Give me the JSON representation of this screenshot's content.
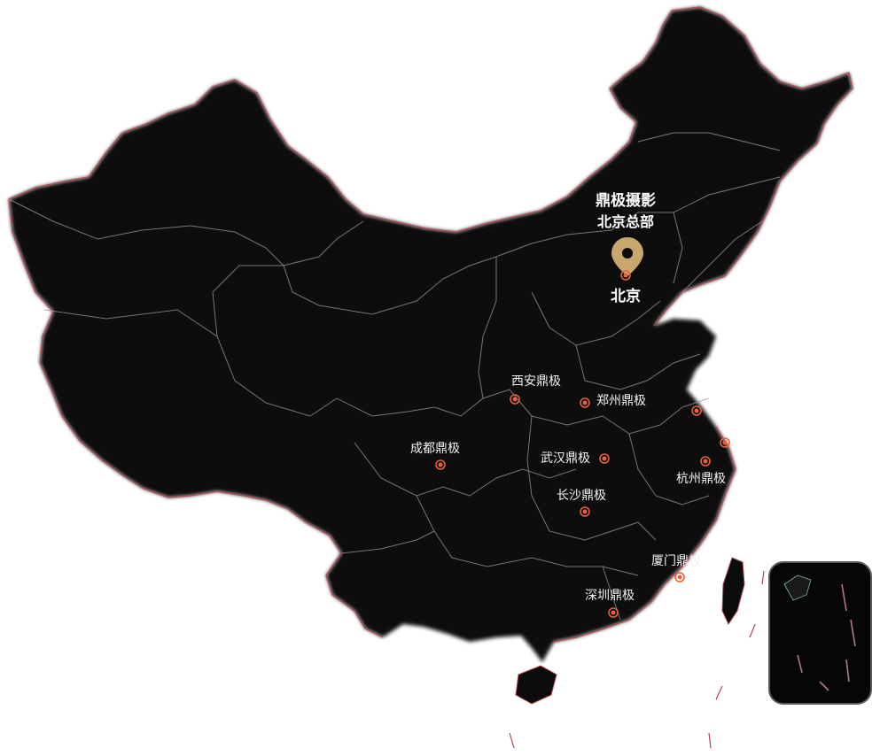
{
  "headquarters": {
    "title": "鼎极摄影",
    "subtitle": "北京总部",
    "city": "北京",
    "pin_color": "#c9a66b"
  },
  "branches": [
    {
      "name": "西安鼎极"
    },
    {
      "name": "郑州鼎极"
    },
    {
      "name": "成都鼎极"
    },
    {
      "name": "武汉鼎极"
    },
    {
      "name": "杭州鼎极"
    },
    {
      "name": "长沙鼎极"
    },
    {
      "name": "厦门鼎极"
    },
    {
      "name": "深圳鼎极"
    }
  ],
  "colors": {
    "land": "#0c0c0c",
    "province_border": "#9a9a9a",
    "outer_border": "#b0484f",
    "marker": "#e8603c",
    "background": "#ffffff"
  }
}
